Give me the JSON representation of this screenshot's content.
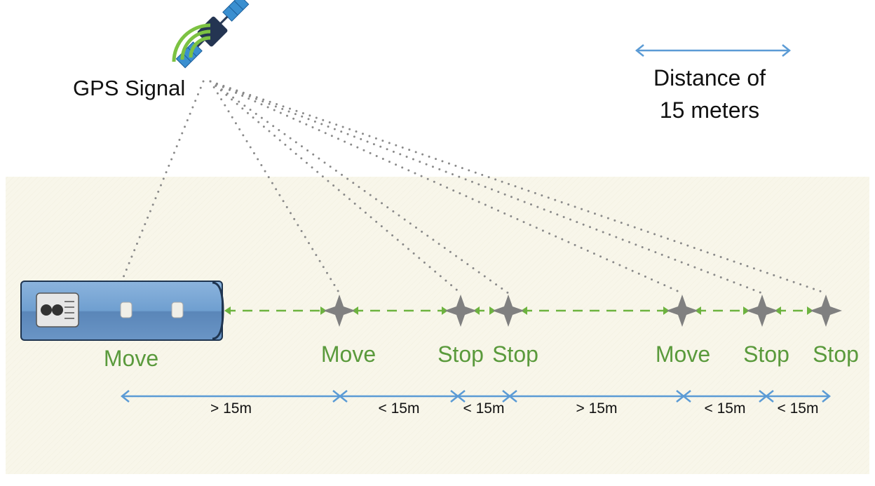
{
  "gps_label": "GPS Signal",
  "legend": {
    "line1": "Distance of",
    "line2": "15 meters"
  },
  "states": [
    "Move",
    "Move",
    "Stop",
    "Stop",
    "Move",
    "Stop",
    "Stop"
  ],
  "distances": [
    "> 15m",
    "< 15m",
    "< 15m",
    "> 15m",
    "< 15m",
    "< 15m"
  ],
  "colors": {
    "ground": "#f8f6ea",
    "arrow_green": "#6db33f",
    "label_green": "#5a9a3c",
    "measure_blue": "#5b9bd5",
    "point_gray": "#808080",
    "dots_gray": "#8a8a8a",
    "bus_blue": "#6f9fd0"
  },
  "icons": [
    "satellite-icon",
    "bus-icon",
    "location-point-icon"
  ]
}
